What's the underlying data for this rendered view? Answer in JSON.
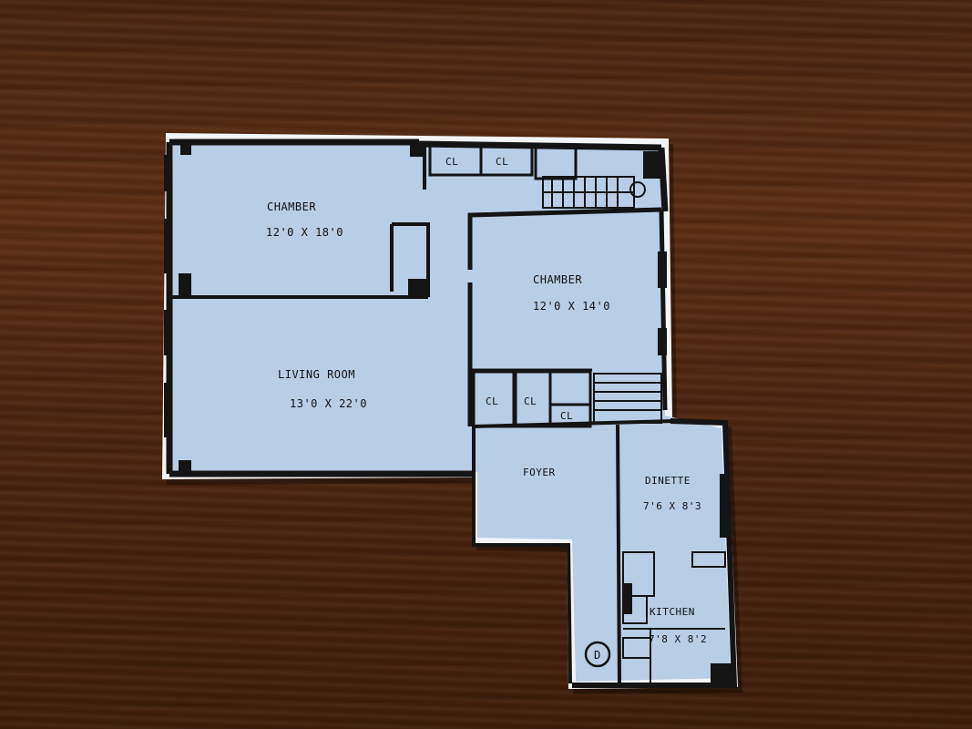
{
  "rooms": {
    "chamber_1": {
      "name": "CHAMBER",
      "size": "12'0 X 18'0"
    },
    "chamber_2": {
      "name": "CHAMBER",
      "size": "12'0 X 14'0"
    },
    "living_room": {
      "name": "LIVING ROOM",
      "size": "13'0 X 22'0"
    },
    "foyer": {
      "name": "FOYER"
    },
    "dinette": {
      "name": "DINETTE",
      "size": "7'6 X 8'3"
    },
    "kitchen": {
      "name": "KITCHEN",
      "size": "7'8 X 8'2"
    }
  },
  "closets": [
    "CL",
    "CL",
    "CL",
    "CL",
    "CL"
  ],
  "unit_mark": "D",
  "colors": {
    "paper": "#b8cde6",
    "ink": "#141414",
    "wood": "#4e2610"
  }
}
